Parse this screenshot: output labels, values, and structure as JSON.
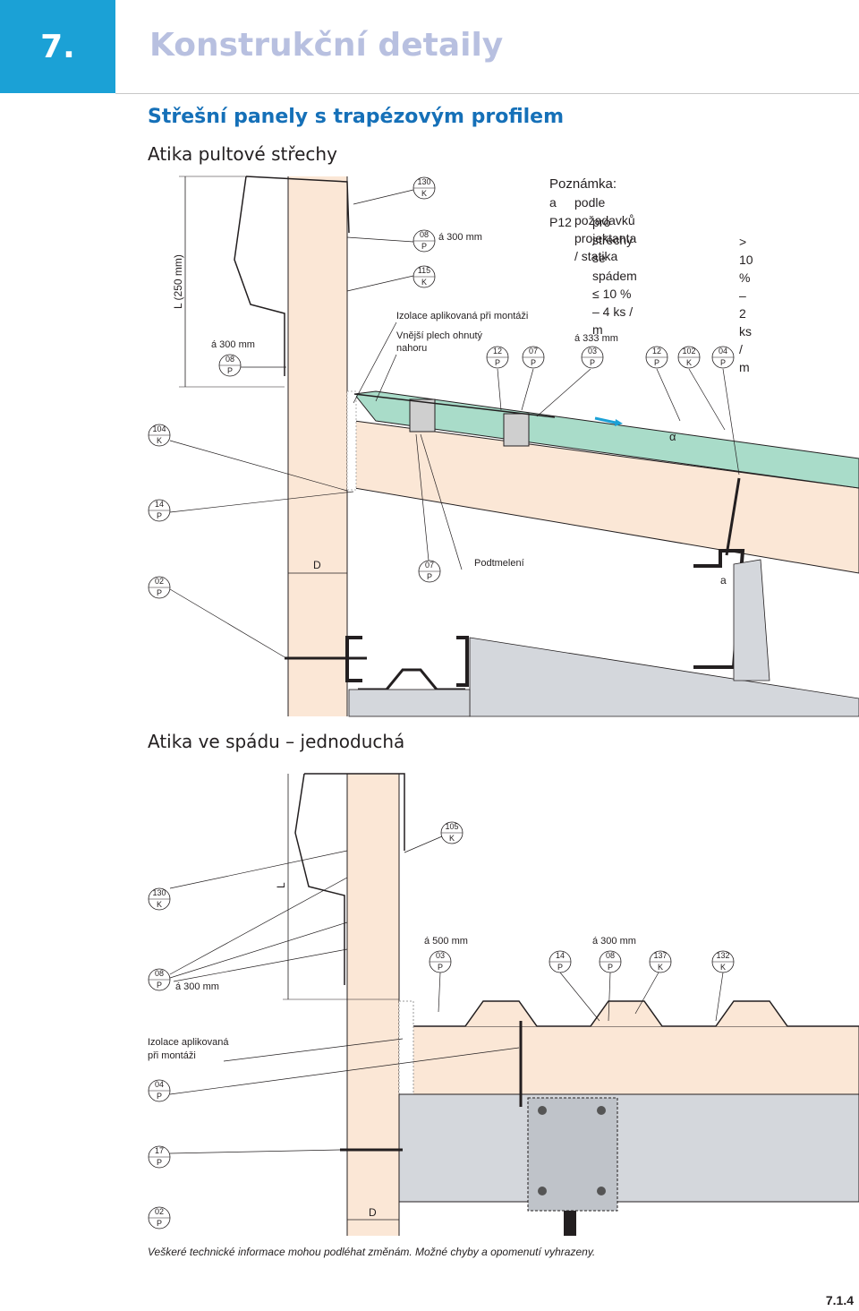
{
  "header": {
    "number": "7.",
    "title": "Konstrukční detaily"
  },
  "section_title": "Střešní panely s trapézovým profilem",
  "detail1": {
    "title": "Atika pultové střechy",
    "labels": {
      "dim_L": "L (250 mm)",
      "spacing_300a": "á 300 mm",
      "spacing_300b": "á 300 mm",
      "spacing_333": "á 333 mm",
      "izolace": "Izolace aplikovaná při montáži",
      "vnejsi_1": "Vnější plech ohnutý",
      "vnejsi_2": "nahoru",
      "podtmeleni": "Podtmelení",
      "D": "D",
      "a": "a",
      "alpha": "α"
    },
    "codes": [
      {
        "n": "130",
        "t": "K"
      },
      {
        "n": "08",
        "t": "P"
      },
      {
        "n": "115",
        "t": "K"
      },
      {
        "n": "08",
        "t": "P"
      },
      {
        "n": "12",
        "t": "P"
      },
      {
        "n": "07",
        "t": "P"
      },
      {
        "n": "03",
        "t": "P"
      },
      {
        "n": "12",
        "t": "P"
      },
      {
        "n": "102",
        "t": "K"
      },
      {
        "n": "04",
        "t": "P"
      },
      {
        "n": "104",
        "t": "K"
      },
      {
        "n": "14",
        "t": "P"
      },
      {
        "n": "02",
        "t": "P"
      },
      {
        "n": "07",
        "t": "P"
      }
    ]
  },
  "detail2": {
    "title": "Atika ve spádu – jednoduchá",
    "labels": {
      "dim_L": "L",
      "spacing_500": "á 500 mm",
      "spacing_300a": "á 300 mm",
      "spacing_300b": "á 300 mm",
      "izolace_1": "Izolace aplikovaná",
      "izolace_2": "při montáži",
      "D": "D"
    },
    "codes": [
      {
        "n": "105",
        "t": "K"
      },
      {
        "n": "130",
        "t": "K"
      },
      {
        "n": "08",
        "t": "P"
      },
      {
        "n": "03",
        "t": "P"
      },
      {
        "n": "14",
        "t": "P"
      },
      {
        "n": "08",
        "t": "P"
      },
      {
        "n": "137",
        "t": "K"
      },
      {
        "n": "132",
        "t": "K"
      },
      {
        "n": "04",
        "t": "P"
      },
      {
        "n": "17",
        "t": "P"
      },
      {
        "n": "02",
        "t": "P"
      }
    ]
  },
  "note": {
    "title": "Poznámka:",
    "a_key": "a",
    "a_text": "podle požadavků projektanta / statika",
    "p12_key": "P12",
    "p12_line1": "pro střechy se spádem ≤ 10 % – 4 ks / m",
    "p12_line2": "> 10 % – 2 ks / m"
  },
  "footer": "Veškeré technické informace mohou podléhat změnám. Možné chyby a opomenutí vyhrazeny.",
  "page_number": "7.1.4",
  "colors": {
    "accent": "#1ba1d6",
    "heading": "#1570b8",
    "core": "#fbe7d6",
    "insulation_top": "#a9dcc9",
    "grey_steel": "#d4d7dc"
  }
}
